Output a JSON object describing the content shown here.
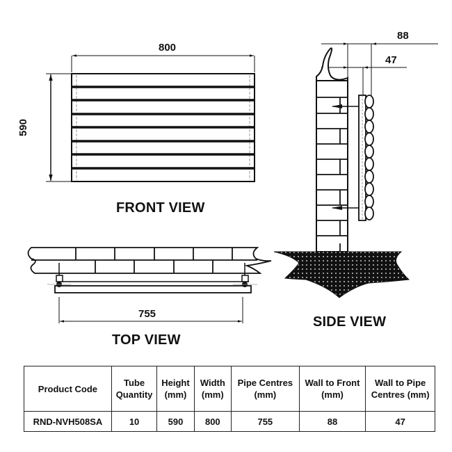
{
  "front_view": {
    "label": "FRONT VIEW",
    "width_dim": "800",
    "height_dim": "590",
    "tube_rows_visible": 8
  },
  "side_view": {
    "label": "SIDE VIEW",
    "wall_to_front_dim": "88",
    "wall_to_pipe_dim": "47"
  },
  "top_view": {
    "label": "TOP VIEW",
    "pipe_centres_dim": "755"
  },
  "spec_table": {
    "headers": {
      "product_code": "Product Code",
      "tube_quantity": "Tube Quantity",
      "height": "Height (mm)",
      "width": "Width (mm)",
      "pipe_centres": "Pipe Centres (mm)",
      "wall_to_front": "Wall to Front (mm)",
      "wall_to_pipe": "Wall to Pipe Centres (mm)"
    },
    "rows": [
      {
        "product_code": "RND-NVH508SA",
        "tube_quantity": "10",
        "height": "590",
        "width": "800",
        "pipe_centres": "755",
        "wall_to_front": "88",
        "wall_to_pipe": "47"
      }
    ]
  }
}
